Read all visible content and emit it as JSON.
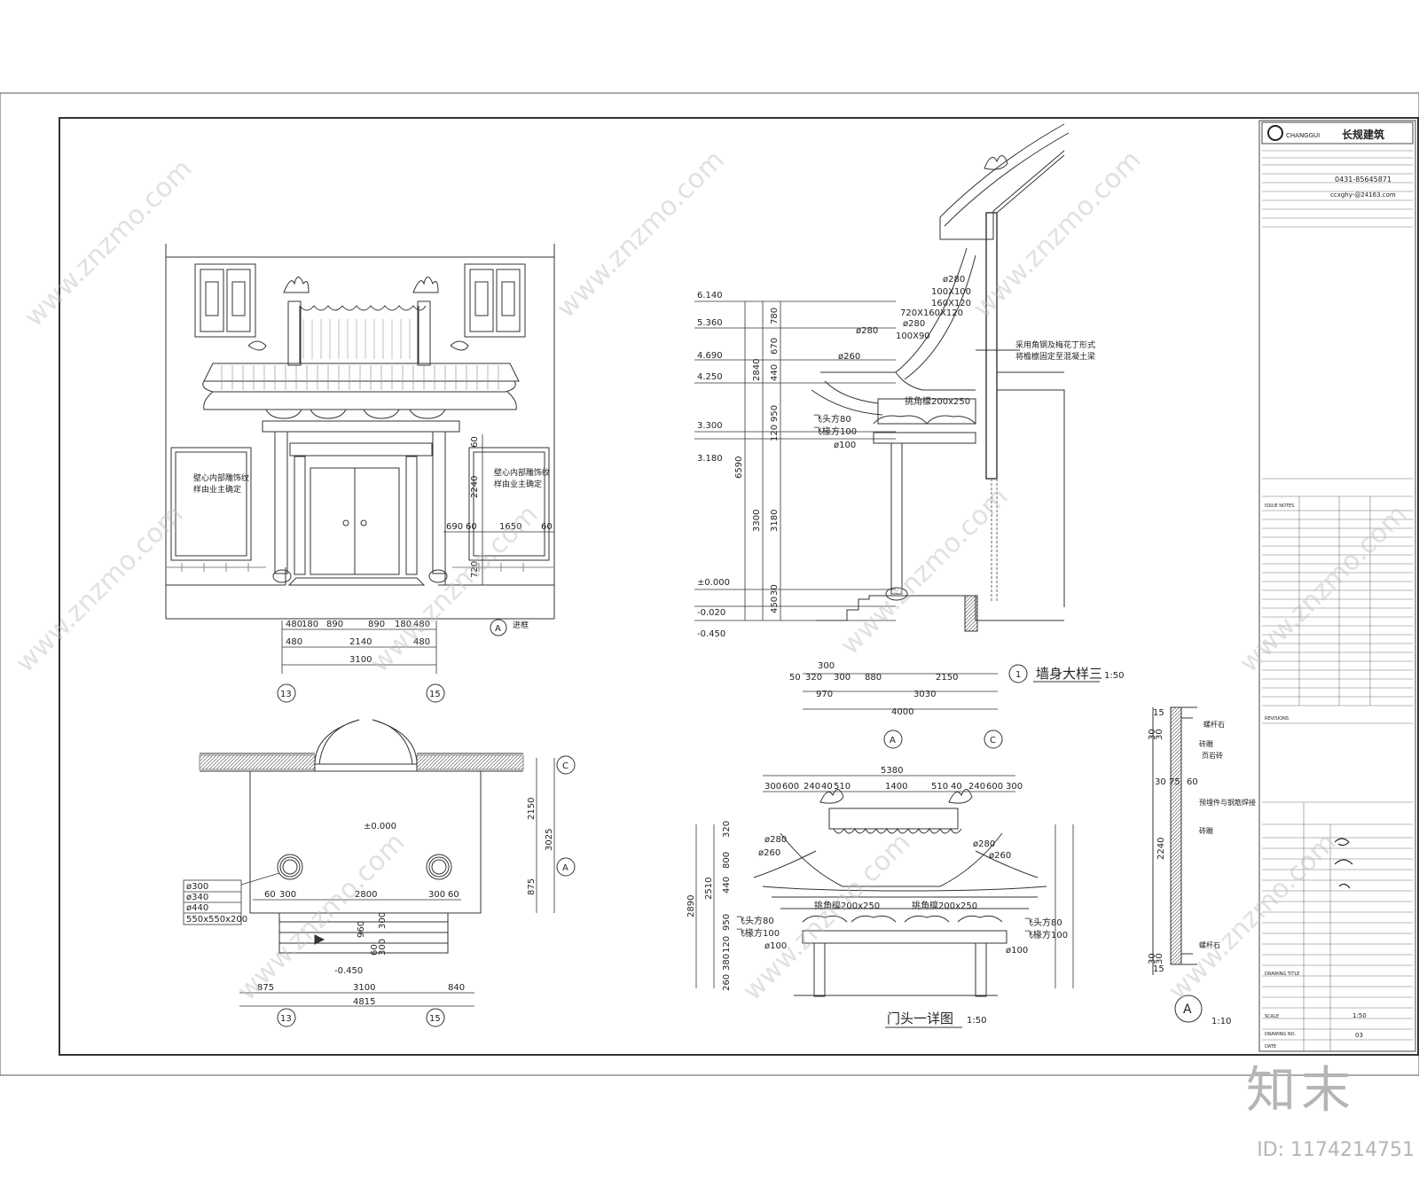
{
  "brand": {
    "logo_text": "知末",
    "id_text": "ID: 1174214751"
  },
  "title_block": {
    "company_en": "CHANGGUI",
    "company_cn": "长规建筑",
    "phone": "0431-85645871",
    "email": "ccxghy-@24163.com",
    "rows": [
      "REVISIONS",
      "ISSUE NOTES",
      "DRAWING TITLE",
      "DRAWING NO.",
      "SCALE",
      "DATE"
    ],
    "scale_value": "1:50",
    "sheet_no": "03"
  },
  "elevation": {
    "note_left": [
      "壁心内部雕饰纹",
      "样由业主确定"
    ],
    "note_right": [
      "壁心内部雕饰纹",
      "样由业主确定"
    ],
    "door_label": "进框",
    "dims_row1": [
      "480",
      "180",
      "890",
      "890",
      "180",
      "480"
    ],
    "dims_row2": [
      "480",
      "2140",
      "480"
    ],
    "dims_total": "3100",
    "dims_right": [
      "690",
      "60",
      "1650",
      "60"
    ],
    "dims_vert": [
      "720",
      "2240",
      "60"
    ],
    "axis_left": "13",
    "axis_right": "15",
    "section_mark": "A"
  },
  "plan": {
    "level": "±0.000",
    "level_low": "-0.450",
    "legend": [
      "ø300",
      "ø340",
      "ø440",
      "550x550x200"
    ],
    "dims_inner": [
      "60",
      "300",
      "2800",
      "300",
      "60"
    ],
    "dims_mid": [
      "875",
      "3100",
      "840"
    ],
    "dims_total": "4815",
    "dims_vert": [
      "960",
      "300",
      "60",
      "300"
    ],
    "dims_right": [
      "2150",
      "3025",
      "875"
    ],
    "axis_left": "13",
    "axis_right": "15",
    "axis_c": "C",
    "axis_a": "A"
  },
  "section": {
    "title": "墙身大样三",
    "scale": "1:50",
    "number": "1",
    "levels": [
      "6.140",
      "5.360",
      "4.690",
      "4.250",
      "3.300",
      "3.180",
      "±0.000",
      "-0.020",
      "-0.450"
    ],
    "dims_outer": [
      "780",
      "670",
      "440",
      "950",
      "120",
      "3180",
      "450",
      "30"
    ],
    "dims_left": [
      "2840",
      "6590",
      "3300"
    ],
    "notes": [
      "ø280",
      "100X100",
      "160X120",
      "720X160X120",
      "ø280",
      "100X90",
      "ø280",
      "ø260",
      "挑角檩200x250",
      "飞头方80",
      "飞椽方100",
      "ø100"
    ],
    "callout": [
      "采用角钢及梅花丁形式",
      "将檐檩固定至混凝土梁"
    ],
    "dims_bottom1": [
      "50",
      "320",
      "300",
      "880",
      "2150"
    ],
    "dims_top": "300",
    "dims_bottom2": [
      "970",
      "3030"
    ],
    "dims_total": "4000",
    "axis_a": "A",
    "axis_c": "C"
  },
  "door_detail": {
    "title": "门头一详图",
    "scale": "1:50",
    "dims_total": "5380",
    "dims_top": [
      "300",
      "600",
      "240",
      "40",
      "510",
      "1400",
      "510",
      "40",
      "240",
      "600",
      "300"
    ],
    "dims_left": [
      "320",
      "800",
      "440",
      "950",
      "120",
      "380",
      "260"
    ],
    "dims_left_total": [
      "2890",
      "2510"
    ],
    "notes": [
      "ø280",
      "ø260",
      "ø280",
      "ø260",
      "挑角檩200x250",
      "挑角檩200x250",
      "飞头方80",
      "飞椽方100",
      "ø100",
      "飞头方80",
      "飞椽方100",
      "ø100"
    ]
  },
  "wall_detail": {
    "label": "A",
    "scale": "1:10",
    "notes": [
      "螺杆石",
      "砖雕",
      "页岩砖",
      "预埋件与钢筋焊接",
      "砖雕",
      "螺杆石"
    ],
    "dims": [
      "15",
      "30",
      "30",
      "30",
      "75",
      "60",
      "2240",
      "30",
      "30",
      "15"
    ]
  },
  "watermark": "www.znzmo.com"
}
